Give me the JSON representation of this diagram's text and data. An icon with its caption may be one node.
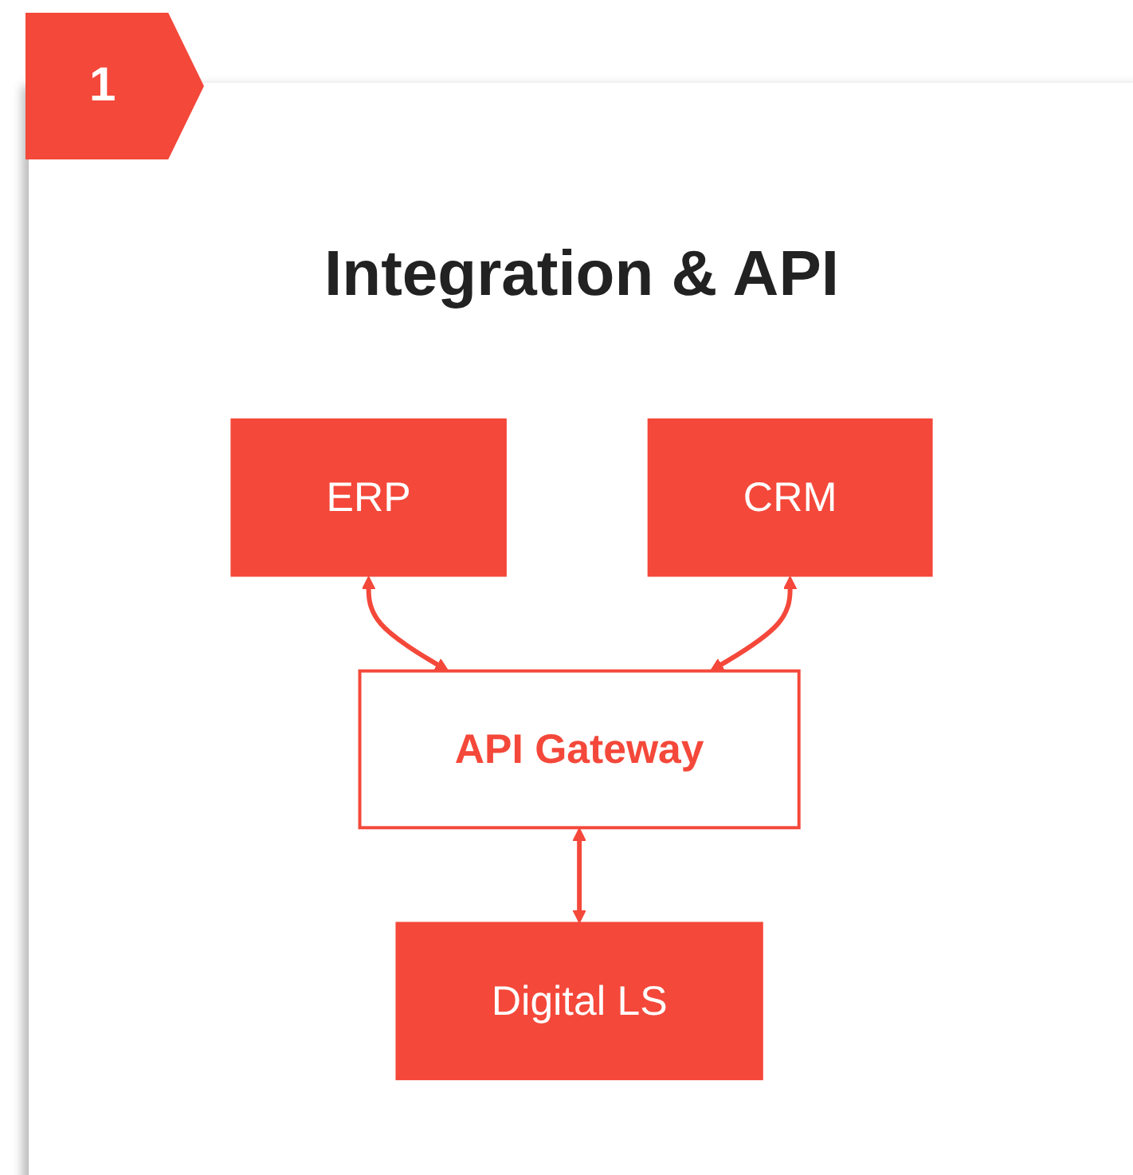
{
  "diagram": {
    "title": "Integration & API",
    "nodes": [
      {
        "text": [
          "ERP"
        ]
      },
      {
        "text": [
          "CRM"
        ]
      },
      {
        "text": [
          "API Gateway"
        ]
      },
      {
        "text": [
          "Digital LS"
        ]
      }
    ],
    "edges": [
      {
        "from": 0,
        "to": 2,
        "arrow": "both"
      },
      {
        "from": 1,
        "to": 2,
        "arrow": "both"
      },
      {
        "from": 2,
        "to": 3,
        "arrow": "both"
      }
    ],
    "labels": [
      "1"
    ]
  }
}
